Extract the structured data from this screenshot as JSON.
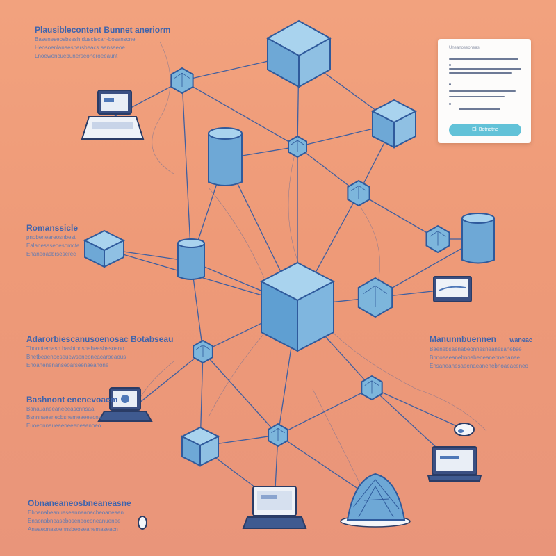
{
  "colors": {
    "background_top": "#f2a27e",
    "background_bottom": "#e9957a",
    "node_fill": "#7db6dc",
    "node_edge": "#2f5a9c",
    "link": "#3f5fa0",
    "text": "#4a6fb5",
    "button": "#62c2d8"
  },
  "text_blocks": [
    {
      "heading": "Plausiblecontent Bunnet aneriorm",
      "lines": [
        "Basenesebsbsesh dusciscan-bosanscne",
        "Heosoenlanaesnersbeacs aansaeoe",
        "Lnoewoncuebunerseoheroeeaunt"
      ]
    },
    {
      "heading": "Romanssicle",
      "lines": [
        "pnobeneareosnbest",
        "Ealanesaseoesomcte",
        "Enaneoasbrseserec"
      ]
    },
    {
      "heading": "Adarorbiescanusoenosac Botabseau",
      "lines": [
        "Thoontemasn basbtonsnaheasbesoano",
        "Bnetbeaenoeseuewseneoneacaroeaous",
        "Enoanenenanseoarseenaeanone"
      ]
    },
    {
      "heading": "Bashnont enenevoaem",
      "lines": [
        "Banauaneeaneeeascnnsaa",
        "Bsnnnaeanecbsnemeaeeacne",
        "Euoeonnaueaeneeenesenoeo"
      ]
    },
    {
      "heading": "Obnaneaneosbneaneasne",
      "lines": [
        "Ehnanabeanueseanneanacbeoaneaen",
        "Enaonabneaseboseneoeoneanuenee",
        "Aneaeonasoennsbeoseanemaseacn"
      ]
    },
    {
      "heading": "Manunnbuennen",
      "extra": "waneac",
      "lines": [
        "Baenebsaenabeonnesneanesanebse",
        "Bnnoeaeanebnnabeneanebnenanee",
        "Ensaneanesaeenaeanenebnoaeaceneo"
      ]
    }
  ],
  "form": {
    "caption": "Uneanoseoneas",
    "button_label": "Eli Botnotne"
  }
}
